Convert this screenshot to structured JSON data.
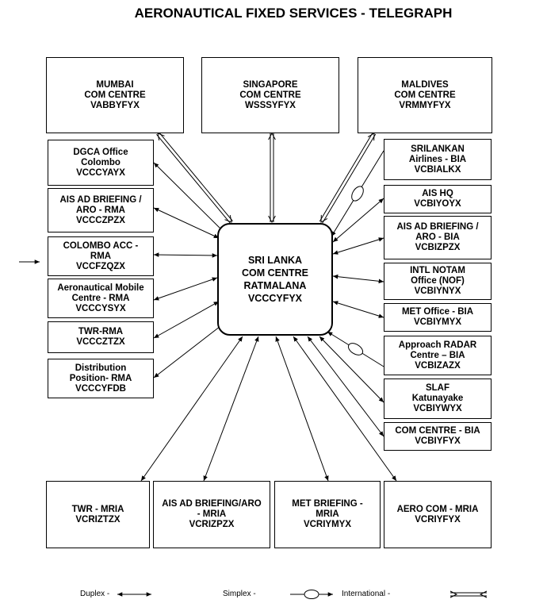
{
  "title": "AERONAUTICAL FIXED SERVICES - TELEGRAPH",
  "center": {
    "lines": [
      "SRI LANKA",
      "COM CENTRE",
      "RATMALANA",
      "VCCCYFYX"
    ]
  },
  "top": [
    {
      "id": "mumbai",
      "lines": [
        "MUMBAI",
        "COM CENTRE",
        "VABBYFYX"
      ]
    },
    {
      "id": "singapore",
      "lines": [
        "SINGAPORE",
        "COM CENTRE",
        "WSSSYFYX"
      ]
    },
    {
      "id": "maldives",
      "lines": [
        "MALDIVES",
        "COM CENTRE",
        "VRMMYFYX"
      ]
    }
  ],
  "left": [
    {
      "id": "dgca",
      "lines": [
        "DGCA Office",
        "Colombo",
        "VCCCYAYX"
      ]
    },
    {
      "id": "ais-rma",
      "lines": [
        "AIS AD BRIEFING /",
        "ARO - RMA",
        "VCCCZPZX"
      ]
    },
    {
      "id": "colombo-acc",
      "lines": [
        "COLOMBO ACC -",
        "RMA",
        "VCCFZQZX"
      ]
    },
    {
      "id": "aero-mobile",
      "lines": [
        "Aeronautical Mobile",
        "Centre - RMA",
        "VCCCYSYX"
      ]
    },
    {
      "id": "twr-rma",
      "lines": [
        "TWR-RMA",
        "VCCCZTZX"
      ]
    },
    {
      "id": "distribution",
      "lines": [
        "Distribution",
        "Position- RMA",
        "VCCCYFDB"
      ]
    }
  ],
  "right": [
    {
      "id": "srilankan",
      "lines": [
        "SRILANKAN",
        "Airlines - BIA",
        "VCBIALKX"
      ]
    },
    {
      "id": "ais-hq",
      "lines": [
        "AIS HQ",
        "VCBIYOYX"
      ]
    },
    {
      "id": "ais-bia",
      "lines": [
        "AIS AD BRIEFING /",
        "ARO - BIA",
        "VCBIZPZX"
      ]
    },
    {
      "id": "intl-notam",
      "lines": [
        "INTL NOTAM",
        "Office (NOF)",
        "VCBIYNYX"
      ]
    },
    {
      "id": "met-bia",
      "lines": [
        "MET Office - BIA",
        "VCBIYMYX"
      ]
    },
    {
      "id": "approach",
      "lines": [
        "Approach RADAR",
        "Centre – BIA",
        "VCBIZAZX"
      ]
    },
    {
      "id": "slaf",
      "lines": [
        "SLAF",
        "Katunayake",
        "VCBIYWYX"
      ]
    },
    {
      "id": "com-bia",
      "lines": [
        "COM CENTRE - BIA",
        "VCBIYFYX"
      ]
    }
  ],
  "bottom": [
    {
      "id": "twr-mria",
      "lines": [
        "TWR - MRIA",
        "VCRIZTZX"
      ]
    },
    {
      "id": "ais-mria",
      "lines": [
        "AIS AD BRIEFING/ARO",
        "- MRIA",
        "VCRIZPZX"
      ]
    },
    {
      "id": "met-mria",
      "lines": [
        "MET BRIEFING -",
        "MRIA",
        "VCRIYMYX"
      ]
    },
    {
      "id": "aero-mria",
      "lines": [
        "AERO COM - MRIA",
        "VCRIYFYX"
      ]
    }
  ],
  "links": [
    {
      "to": "mumbai",
      "type": "international"
    },
    {
      "to": "singapore",
      "type": "international"
    },
    {
      "to": "maldives",
      "type": "international"
    },
    {
      "to": "dgca",
      "type": "duplex"
    },
    {
      "to": "ais-rma",
      "type": "duplex"
    },
    {
      "to": "colombo-acc",
      "type": "duplex"
    },
    {
      "to": "aero-mobile",
      "type": "duplex"
    },
    {
      "to": "twr-rma",
      "type": "duplex"
    },
    {
      "to": "distribution",
      "type": "duplex"
    },
    {
      "to": "srilankan",
      "type": "simplex"
    },
    {
      "to": "ais-hq",
      "type": "duplex"
    },
    {
      "to": "ais-bia",
      "type": "duplex"
    },
    {
      "to": "intl-notam",
      "type": "duplex"
    },
    {
      "to": "met-bia",
      "type": "duplex"
    },
    {
      "to": "approach",
      "type": "simplex"
    },
    {
      "to": "slaf",
      "type": "duplex"
    },
    {
      "to": "com-bia",
      "type": "duplex"
    },
    {
      "to": "twr-mria",
      "type": "duplex"
    },
    {
      "to": "ais-mria",
      "type": "duplex"
    },
    {
      "to": "met-mria",
      "type": "duplex"
    },
    {
      "to": "aero-mria",
      "type": "duplex"
    }
  ],
  "legend": {
    "duplex": "Duplex -",
    "simplex": "Simplex -",
    "international": "International -"
  }
}
